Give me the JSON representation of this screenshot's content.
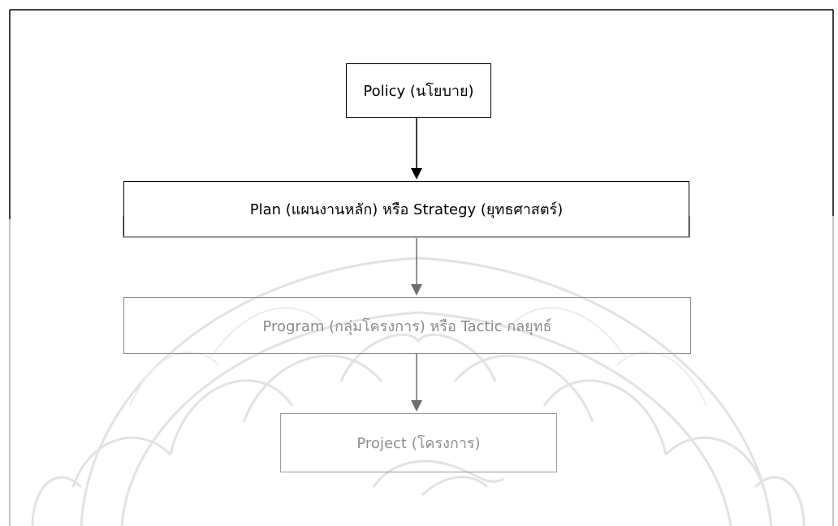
{
  "diagram": {
    "type": "vertical-hierarchy-flowchart",
    "nodes": [
      {
        "id": "policy",
        "label": "Policy (นโยบาย)"
      },
      {
        "id": "plan",
        "label": "Plan (แผนงานหลัก) หรือ Strategy (ยุทธศาสตร์)"
      },
      {
        "id": "program",
        "label": "Program (กลุ่มโครงการ) หรือ Tactic กลยุทธ์"
      },
      {
        "id": "project",
        "label": "Project (โครงการ)"
      }
    ],
    "edges": [
      {
        "from": "policy",
        "to": "plan"
      },
      {
        "from": "plan",
        "to": "program"
      },
      {
        "from": "program",
        "to": "project"
      }
    ]
  },
  "colors": {
    "strong_line": "#000000",
    "faded_line": "#6e6e6e",
    "faded_text": "#8a8a8a",
    "watermark": "#e6e6e6"
  },
  "watermark": {
    "icon": "university-emblem-watermark"
  }
}
